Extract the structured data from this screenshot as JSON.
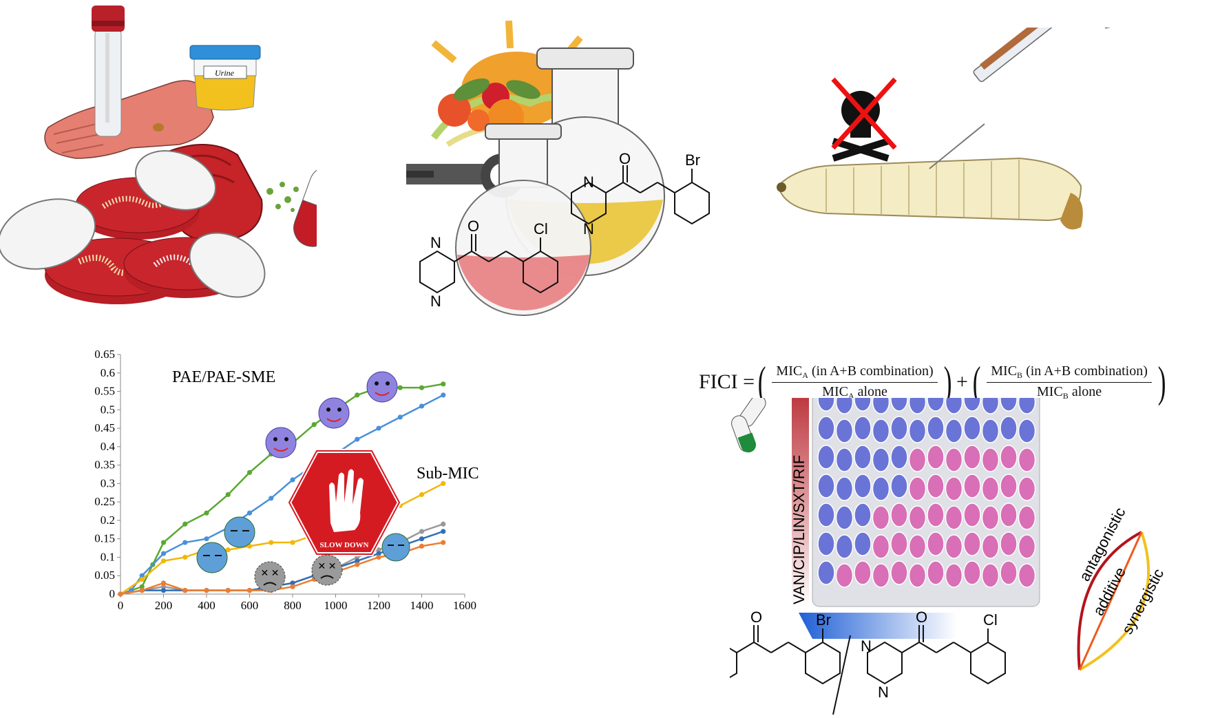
{
  "illustration_labels": {
    "urine_label": "Urine"
  },
  "chem": {
    "o_label": "O",
    "n_label": "N",
    "br_label": "Br",
    "cl_label": "Cl"
  },
  "stop_sign": {
    "text": "SLOW DOWN"
  },
  "chart_data": {
    "type": "line",
    "xlim": [
      0,
      1600
    ],
    "ylim": [
      0,
      0.65
    ],
    "x_ticks": [
      "0",
      "200",
      "400",
      "600",
      "800",
      "1000",
      "1200",
      "1400",
      "1600"
    ],
    "y_ticks": [
      "0",
      "0.05",
      "0.1",
      "0.15",
      "0.2",
      "0.25",
      "0.3",
      "0.35",
      "0.4",
      "0.45",
      "0.5",
      "0.55",
      "0.6",
      "0.65"
    ],
    "annotations": [
      "PAE/PAE-SME",
      "Sub-MIC"
    ],
    "series": [
      {
        "color": "#5aa832",
        "points": [
          [
            0,
            0
          ],
          [
            100,
            0.02
          ],
          [
            150,
            0.08
          ],
          [
            200,
            0.14
          ],
          [
            300,
            0.19
          ],
          [
            400,
            0.22
          ],
          [
            500,
            0.27
          ],
          [
            600,
            0.33
          ],
          [
            700,
            0.38
          ],
          [
            800,
            0.41
          ],
          [
            900,
            0.46
          ],
          [
            1000,
            0.5
          ],
          [
            1100,
            0.54
          ],
          [
            1200,
            0.56
          ],
          [
            1300,
            0.56
          ],
          [
            1400,
            0.56
          ],
          [
            1500,
            0.57
          ]
        ]
      },
      {
        "color": "#4a90d9",
        "points": [
          [
            0,
            0
          ],
          [
            50,
            0.01
          ],
          [
            100,
            0.05
          ],
          [
            200,
            0.11
          ],
          [
            300,
            0.14
          ],
          [
            400,
            0.15
          ],
          [
            500,
            0.18
          ],
          [
            600,
            0.22
          ],
          [
            700,
            0.26
          ],
          [
            800,
            0.31
          ],
          [
            900,
            0.35
          ],
          [
            1000,
            0.38
          ],
          [
            1100,
            0.42
          ],
          [
            1200,
            0.45
          ],
          [
            1300,
            0.48
          ],
          [
            1400,
            0.51
          ],
          [
            1500,
            0.54
          ]
        ]
      },
      {
        "color": "#f2b705",
        "points": [
          [
            0,
            0
          ],
          [
            100,
            0.04
          ],
          [
            200,
            0.09
          ],
          [
            300,
            0.1
          ],
          [
            400,
            0.12
          ],
          [
            500,
            0.12
          ],
          [
            600,
            0.13
          ],
          [
            700,
            0.14
          ],
          [
            800,
            0.14
          ],
          [
            900,
            0.16
          ],
          [
            1000,
            0.17
          ],
          [
            1100,
            0.2
          ],
          [
            1200,
            0.22
          ],
          [
            1300,
            0.24
          ],
          [
            1400,
            0.27
          ],
          [
            1500,
            0.3
          ]
        ]
      },
      {
        "color": "#999999",
        "points": [
          [
            0,
            0
          ],
          [
            100,
            0.01
          ],
          [
            200,
            0.02
          ],
          [
            300,
            0.01
          ],
          [
            400,
            0.01
          ],
          [
            500,
            0.01
          ],
          [
            600,
            0.01
          ],
          [
            700,
            0.02
          ],
          [
            800,
            0.03
          ],
          [
            900,
            0.05
          ],
          [
            1000,
            0.07
          ],
          [
            1100,
            0.1
          ],
          [
            1200,
            0.12
          ],
          [
            1300,
            0.14
          ],
          [
            1400,
            0.17
          ],
          [
            1500,
            0.19
          ]
        ]
      },
      {
        "color": "#2f6fb7",
        "points": [
          [
            0,
            0
          ],
          [
            100,
            0.01
          ],
          [
            200,
            0.01
          ],
          [
            300,
            0.01
          ],
          [
            400,
            0.01
          ],
          [
            500,
            0.01
          ],
          [
            600,
            0.01
          ],
          [
            700,
            0.02
          ],
          [
            800,
            0.03
          ],
          [
            900,
            0.05
          ],
          [
            1000,
            0.07
          ],
          [
            1100,
            0.09
          ],
          [
            1200,
            0.11
          ],
          [
            1300,
            0.13
          ],
          [
            1400,
            0.15
          ],
          [
            1500,
            0.17
          ]
        ]
      },
      {
        "color": "#ed7d31",
        "points": [
          [
            0,
            0
          ],
          [
            100,
            0.01
          ],
          [
            200,
            0.03
          ],
          [
            300,
            0.01
          ],
          [
            400,
            0.01
          ],
          [
            500,
            0.01
          ],
          [
            600,
            0.01
          ],
          [
            700,
            0.01
          ],
          [
            800,
            0.02
          ],
          [
            900,
            0.04
          ],
          [
            1000,
            0.06
          ],
          [
            1100,
            0.08
          ],
          [
            1200,
            0.1
          ],
          [
            1300,
            0.11
          ],
          [
            1400,
            0.13
          ],
          [
            1500,
            0.14
          ]
        ]
      }
    ]
  },
  "fici": {
    "lhs": "FICI = ",
    "mic": "MIC",
    "a": "A",
    "b": "B",
    "combo": " (in A+B combination)",
    "alone": " alone",
    "plus": "+"
  },
  "plate": {
    "vertical_label": "VAN/CIP/LIN/SXT/RIF"
  },
  "interaction": {
    "antagonistic": "antagonistic",
    "additive": "additive",
    "synergistic": "synergistic"
  }
}
